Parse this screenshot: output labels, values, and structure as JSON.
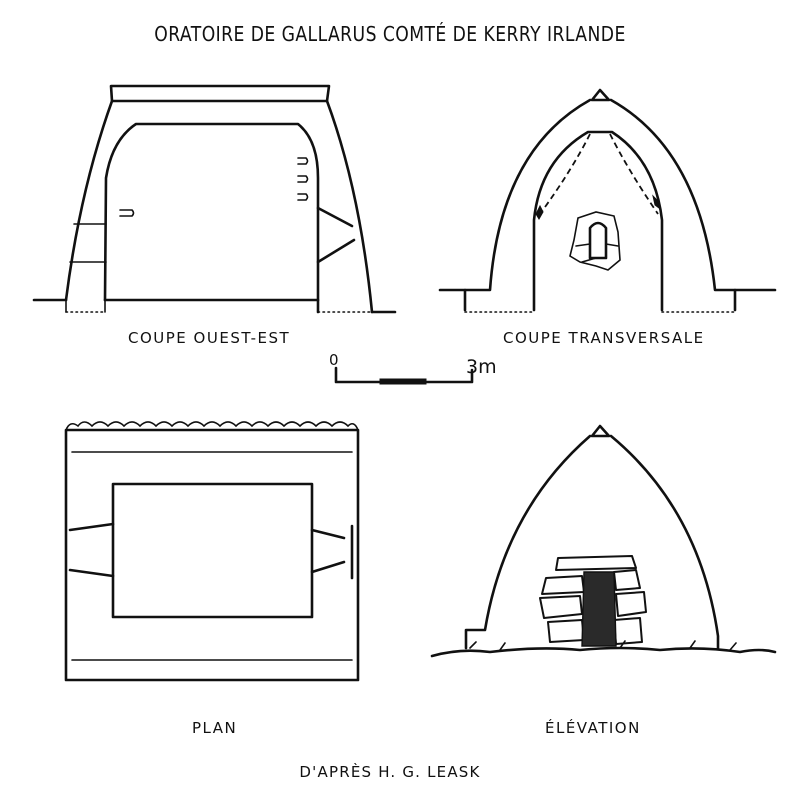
{
  "title": "ORATOIRE DE GALLARUS  COMTÉ DE KERRY  IRLANDE",
  "views": {
    "west_east_section": "COUPE OUEST-EST",
    "transverse_section": "COUPE TRANSVERSALE",
    "plan": "PLAN",
    "elevation": "ÉLÉVATION"
  },
  "scale_bar": {
    "start_label": "0",
    "end_label": "3m"
  },
  "credit": "D'APRÈS H. G. LEASK",
  "colors": {
    "ink": "#111111",
    "paper": "#ffffff"
  }
}
